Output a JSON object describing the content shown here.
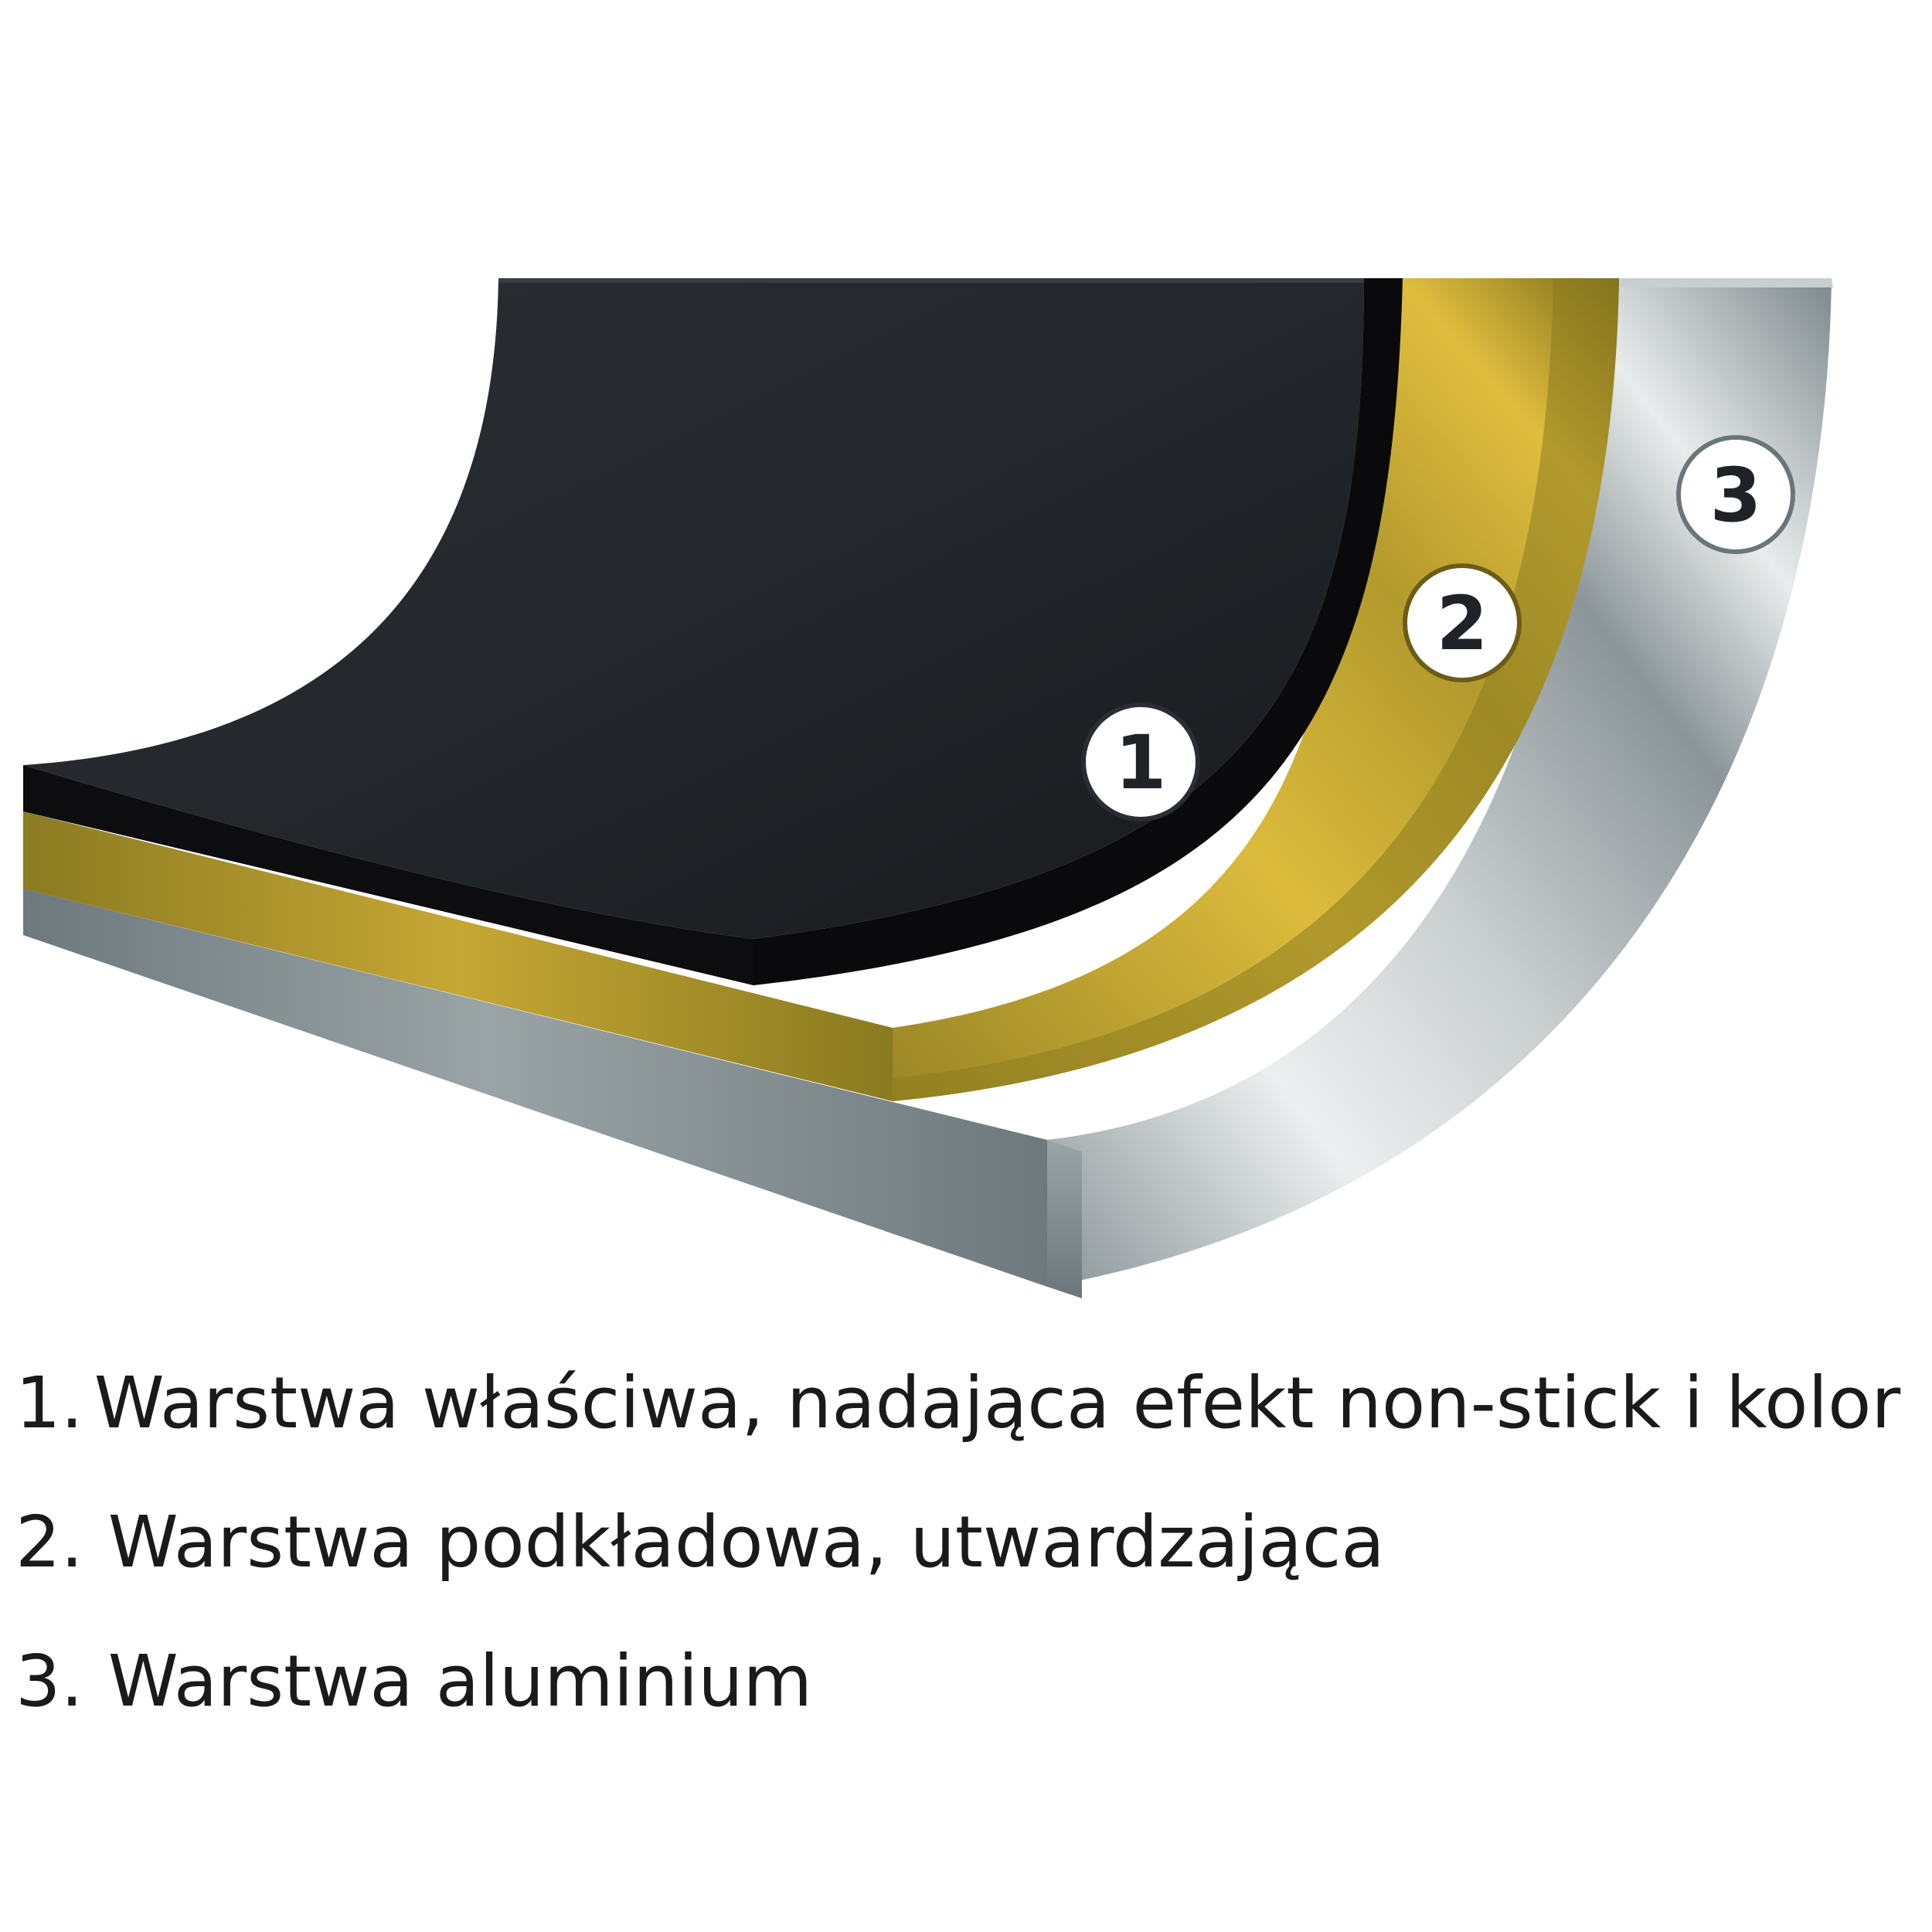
{
  "badges": [
    {
      "number": "1"
    },
    {
      "number": "2"
    },
    {
      "number": "3"
    }
  ],
  "legend": {
    "items": [
      {
        "number": "1.",
        "text": "Warstwa właściwa, nadająca efekt non-stick i kolor"
      },
      {
        "number": "2.",
        "text": "Warstwa podkładowa, utwardzająca"
      },
      {
        "number": "3.",
        "text": "Warstwa aluminium"
      }
    ]
  },
  "layers": [
    {
      "name": "non-stick",
      "colors": [
        "#121316",
        "#2b2e34",
        "#0b0b0d"
      ]
    },
    {
      "name": "base",
      "colors": [
        "#8a7a1f",
        "#d8b73a",
        "#7a6a18"
      ]
    },
    {
      "name": "aluminium",
      "colors": [
        "#6f7a7e",
        "#e6e9ea",
        "#7c878b"
      ]
    }
  ],
  "badge_fill": "#ffffff",
  "badge_text_color": "#1f2328"
}
